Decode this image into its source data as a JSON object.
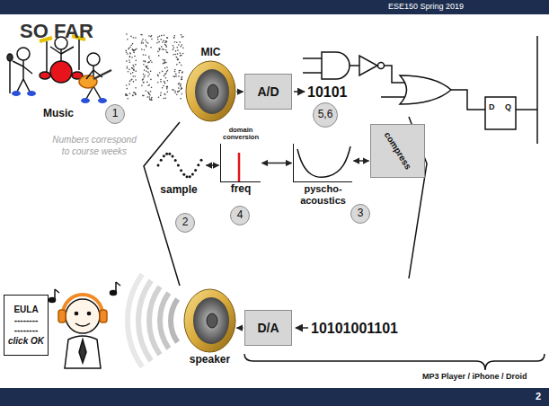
{
  "diagram": {
    "title": "SO FAR",
    "nodes": [
      {
        "text": [
          "MIC"
        ]
      },
      {
        "text": [
          "A/D"
        ]
      },
      {
        "text": [
          "1"
        ]
      },
      {
        "text": [
          "sample"
        ]
      },
      {
        "text": [
          "2"
        ]
      },
      {
        "text": [
          "domain conversion",
          "freq"
        ]
      },
      {
        "text": [
          "4"
        ]
      },
      {
        "text": [
          "pyscho- acoustics"
        ]
      },
      {
        "text": [
          "5,6"
        ]
      },
      {
        "text": [
          "compress"
        ]
      },
      {
        "text": [
          "3"
        ]
      },
      {
        "text": [
          "EULA",
          "--------",
          "--------",
          "click OK"
        ]
      },
      {
        "text": [
          "speaker"
        ]
      },
      {
        "text": [
          "D/A"
        ]
      }
    ],
    "edges": [
      {
        "from": 0,
        "to": 1,
        "arrow": "to"
      },
      {
        "from": 3,
        "to": 5,
        "arrow": "both"
      },
      {
        "from": 5,
        "to": 7,
        "arrow": "both"
      },
      {
        "from": 7,
        "to": 9,
        "arrow": "both"
      },
      {
        "from": 13,
        "to": 12,
        "arrow": "to"
      }
    ],
    "labels": [
      "ESE150 Spring 2019",
      "Music",
      "Numbers correspond to course weeks",
      "10101",
      "D",
      "Q",
      "10101001101",
      "MP3 Player / iPhone / Droid",
      "2"
    ]
  }
}
